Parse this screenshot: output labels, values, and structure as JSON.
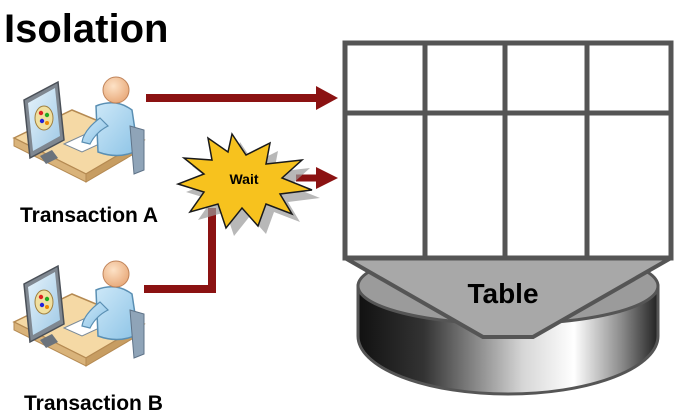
{
  "title": "Isolation",
  "transaction_a": {
    "label": "Transaction A"
  },
  "transaction_b": {
    "label": "Transaction B"
  },
  "wait_label": "Wait",
  "table_label": "Table",
  "colors": {
    "arrow": "#8b1212",
    "grid_line": "#555555",
    "funnel_fill": "#a8a8a8",
    "wait_burst": "#f7c21e",
    "person_body": "#a8d4ef",
    "desk": "#f2d39b"
  }
}
